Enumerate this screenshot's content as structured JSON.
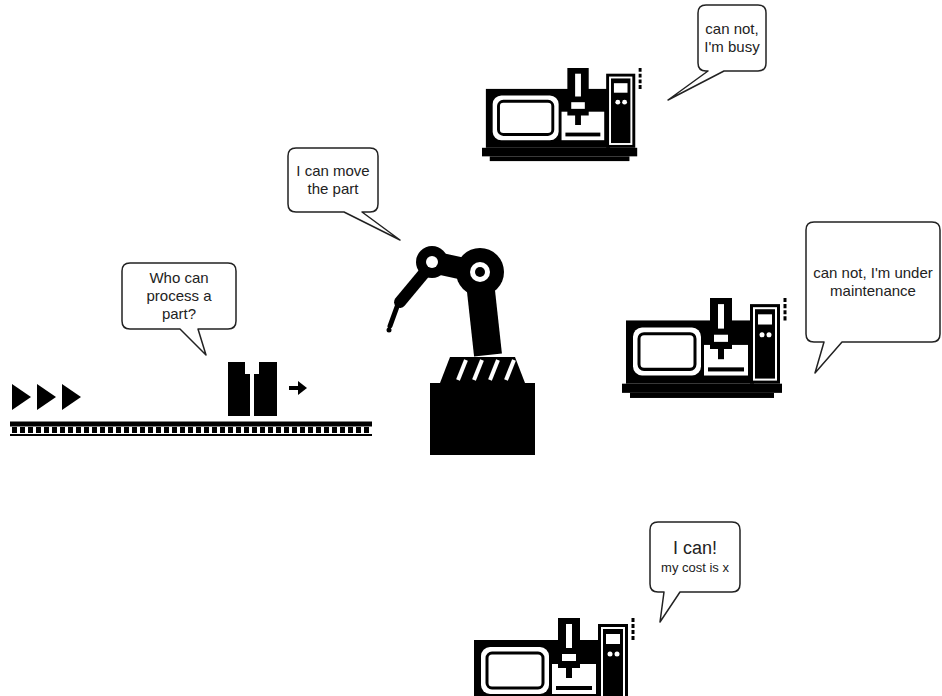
{
  "diagram": {
    "nodes": [
      {
        "text": [
          "can not, I'm busy"
        ]
      },
      {
        "text": [
          "I can move the part"
        ]
      },
      {
        "text": [
          "can not, I'm under maintenance"
        ]
      },
      {
        "text": [
          "Who can process a part?"
        ]
      },
      {
        "text": [
          "I can!",
          "my cost is x"
        ]
      }
    ]
  }
}
